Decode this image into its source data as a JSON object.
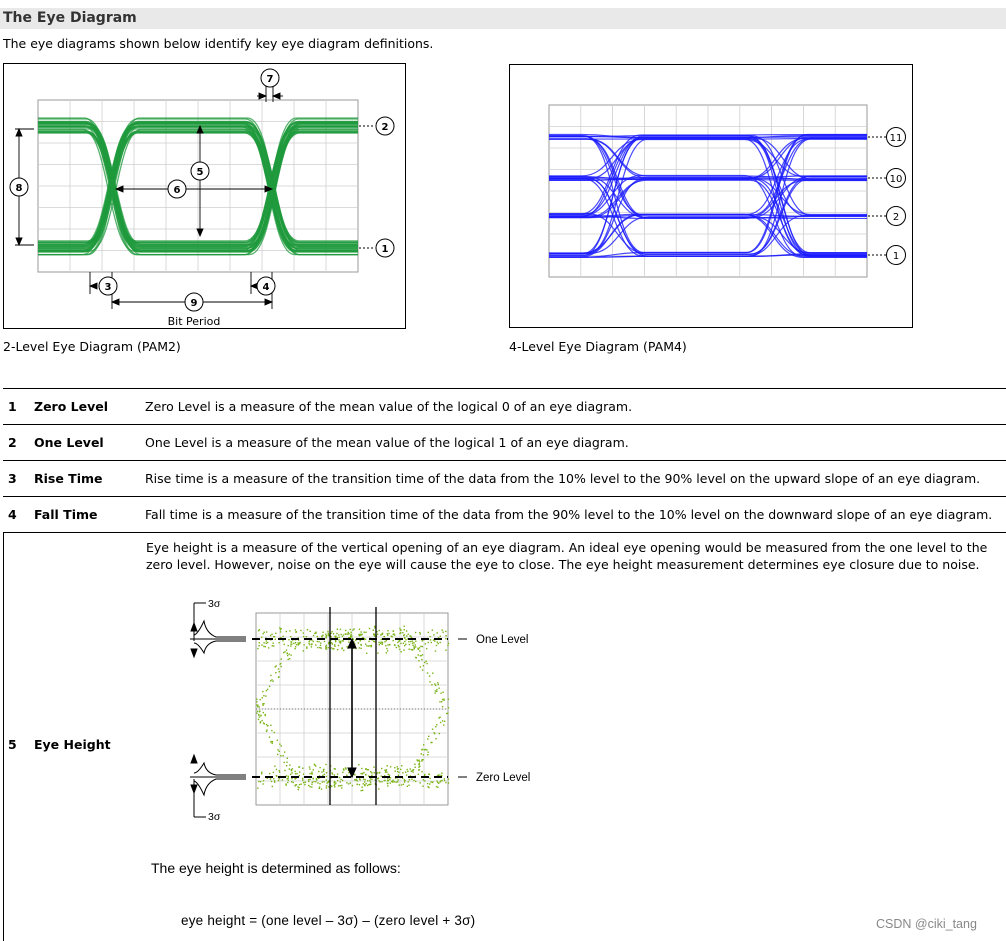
{
  "section": {
    "title": "The Eye Diagram",
    "intro": "The eye diagrams shown below identify key eye diagram definitions."
  },
  "figure_pam2": {
    "caption": "2-Level Eye Diagram (PAM2)",
    "axis_label": "Bit Period",
    "callouts": [
      "1",
      "2",
      "3",
      "4",
      "5",
      "6",
      "7",
      "8",
      "9"
    ],
    "trace_color": "#1f9a3c"
  },
  "figure_pam4": {
    "caption": "4-Level Eye Diagram (PAM4)",
    "callouts": [
      "11",
      "10",
      "2",
      "1"
    ],
    "trace_color": "#1a1aff"
  },
  "definitions": [
    {
      "num": "1",
      "term": "Zero Level",
      "desc": "Zero Level is a measure of the mean value of the logical 0 of an eye diagram."
    },
    {
      "num": "2",
      "term": "One Level",
      "desc": "One Level is a measure of the mean value of the logical 1 of an eye diagram."
    },
    {
      "num": "3",
      "term": "Rise Time",
      "desc": "Rise time is a measure of the transition time of the data from the 10% level to the 90% level on the upward slope of an eye diagram."
    },
    {
      "num": "4",
      "term": "Fall Time",
      "desc": "Fall time is a measure of the transition time of the data from the 90% level to the 10% level on the downward slope of an eye diagram."
    }
  ],
  "eye_height": {
    "num": "5",
    "term": "Eye Height",
    "desc": "Eye height is a measure of the vertical opening of an eye diagram. An ideal eye opening would be measured from the one level to the zero level. However, noise on the eye will cause the eye to close. The eye height measurement determines eye closure due to noise.",
    "sigma_label": "3σ",
    "one_level_label": "One Level",
    "zero_level_label": "Zero Level",
    "determined_text": "The eye height is determined as follows:",
    "formula": "eye  height  =  (one level – 3σ) – (zero level + 3σ)",
    "dot_color": "#7ab317"
  },
  "watermark": "CSDN @ciki_tang"
}
